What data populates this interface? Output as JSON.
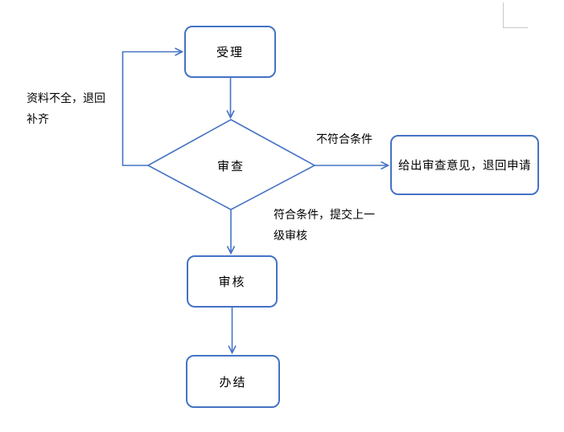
{
  "diagram": {
    "type": "flowchart",
    "nodes": {
      "accept": {
        "label": "受理",
        "shape": "rounded-rectangle"
      },
      "review": {
        "label": "审查",
        "shape": "diamond"
      },
      "opinion": {
        "label": "给出审查意见，退回申请",
        "shape": "rounded-rectangle"
      },
      "audit": {
        "label": "审核",
        "shape": "rounded-rectangle"
      },
      "complete": {
        "label": "办结",
        "shape": "rounded-rectangle"
      }
    },
    "edge_labels": {
      "incomplete": {
        "line1": "资料不全，退回",
        "line2": "补齐"
      },
      "reject": {
        "text": "不符合条件"
      },
      "approve": {
        "line1": "符合条件，提交上一",
        "line2": "级审核"
      }
    },
    "edges": [
      {
        "from": "review",
        "to": "accept",
        "label": "资料不全，退回补齐"
      },
      {
        "from": "accept",
        "to": "review",
        "label": ""
      },
      {
        "from": "review",
        "to": "opinion",
        "label": "不符合条件"
      },
      {
        "from": "review",
        "to": "audit",
        "label": "符合条件，提交上一级审核"
      },
      {
        "from": "audit",
        "to": "complete",
        "label": ""
      }
    ],
    "colors": {
      "shape_stroke": "#4472C4",
      "connector": "#4472C4",
      "text": "#000000",
      "background": "#ffffff",
      "corner_mark": "#c8c8c8"
    }
  }
}
